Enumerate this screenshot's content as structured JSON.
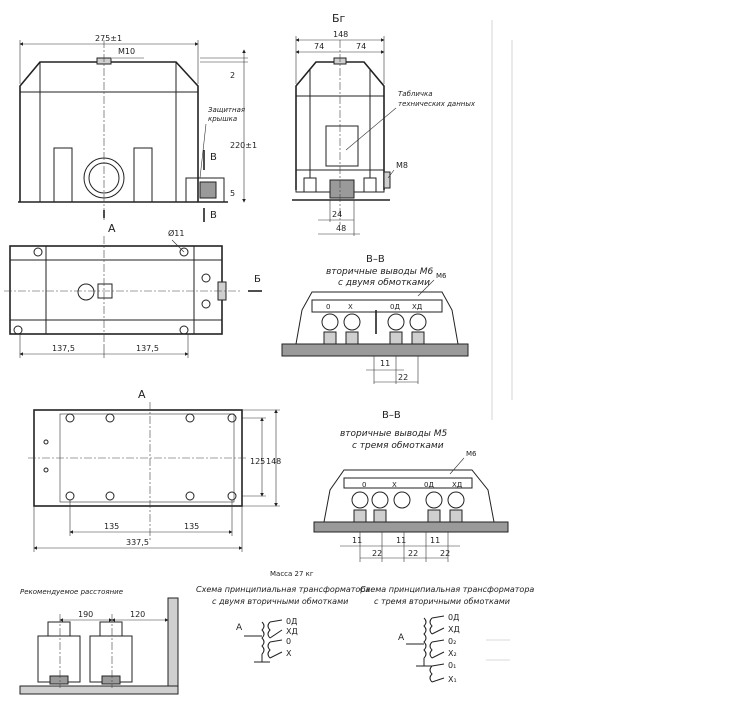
{
  "view_bg": "Бг",
  "view_a1": "А",
  "view_a2": "А",
  "view_b": "Б",
  "sec_v1": "В",
  "sec_v2": "В",
  "front": {
    "width": "275±1",
    "bolt": "М10",
    "gap": "2",
    "height": "220±1",
    "bottom": "5",
    "cover_l1": "Защитная",
    "cover_l2": "крышка"
  },
  "side": {
    "width": "148",
    "half_l": "74",
    "half_r": "74",
    "plate_l1": "Табличка",
    "plate_l2": "технических данных",
    "bolt": "М8",
    "d24": "24",
    "d48": "48"
  },
  "plan": {
    "hole": "Ø11",
    "d1": "137,5",
    "d2": "137,5"
  },
  "sec1": {
    "title": "В–В",
    "sub1": "вторичные выводы М6",
    "sub2": "с двумя обмотками",
    "bolt": "М6",
    "t1": "0",
    "t2": "Х",
    "t3": "0Д",
    "t4": "ХД",
    "d11": "11",
    "d22": "22"
  },
  "base": {
    "d125": "125",
    "d148": "148",
    "d135a": "135",
    "d135b": "135",
    "total": "337,5"
  },
  "sec2": {
    "title": "В–В",
    "sub1": "вторичные выводы М5",
    "sub2": "с тремя обмотками",
    "bolt": "М6",
    "t1": "0",
    "t2": "Х",
    "t3": "0Д",
    "t4": "ХД",
    "d11a": "11",
    "d11b": "11",
    "d11c": "11",
    "d22a": "22",
    "d22b": "22",
    "d22c": "22"
  },
  "mass": "Масса 27 кг",
  "spacing": {
    "title": "Рекомендуемое расстояние",
    "d190": "190",
    "d120": "120"
  },
  "scheme1": {
    "title1": "Схема принципиальная трансформатора",
    "title2": "с двумя вторичными обмотками",
    "a": "А",
    "l1": "0Д",
    "l2": "ХД",
    "l3": "0",
    "l4": "Х"
  },
  "scheme2": {
    "title1": "Схема принципиальная трансформатора",
    "title2": "с тремя вторичными обмотками",
    "a": "А",
    "l1": "0Д",
    "l2": "ХД",
    "l3": "0₂",
    "l4": "Х₂",
    "l5": "0₁",
    "l6": "Х₁"
  }
}
